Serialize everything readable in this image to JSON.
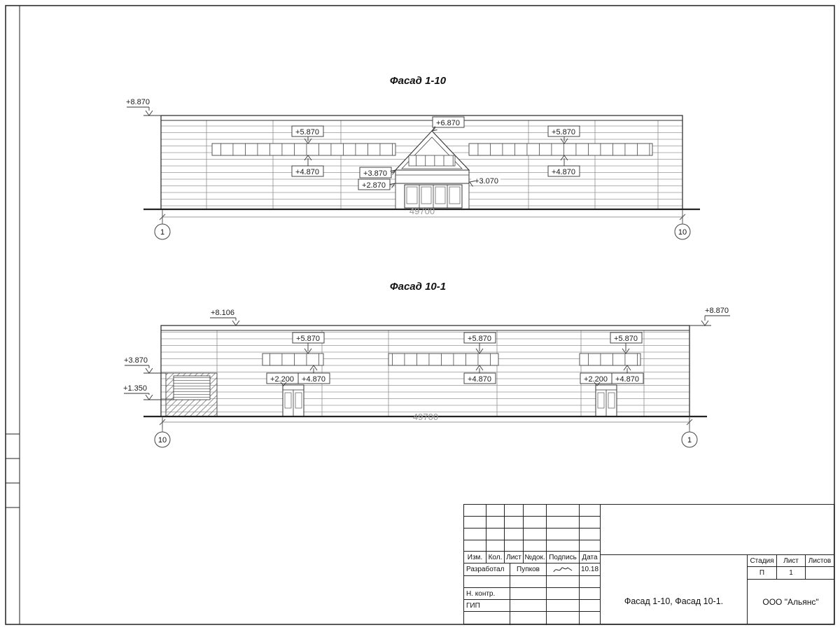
{
  "facade1": {
    "title": "Фасад 1-10",
    "marks": {
      "parapet_left": "+8.870",
      "window_left_top": "+5.870",
      "window_right_top": "+5.870",
      "ridge": "+6.870",
      "window_left_sill": "+4.870",
      "window_right_sill": "+4.870",
      "canopy_top": "+3.870",
      "canopy_bottom": "+2.870",
      "canopy_right": "+3.070"
    },
    "dimension_total": "49700",
    "axis_left": "1",
    "axis_right": "10"
  },
  "facade2": {
    "title": "Фасад 10-1",
    "marks": {
      "parapet_left": "+8.106",
      "parapet_right": "+8.870",
      "louver_top": "+3.870",
      "louver_bottom": "+1.350",
      "window1_top": "+5.870",
      "window2_top": "+5.870",
      "window3_top": "+5.870",
      "window1_sill": "+4.870",
      "window2_sill": "+4.870",
      "window3_sill": "+4.870",
      "door1_top": "+2.200",
      "door2_top": "+2.200"
    },
    "dimension_total": "49700",
    "axis_left": "10",
    "axis_right": "1"
  },
  "titleblock": {
    "header_columns": [
      "Изм.",
      "Кол.",
      "Лист",
      "№док.",
      "Подпись",
      "Дата"
    ],
    "rows": [
      {
        "role": "Разработал",
        "name": "Пупков",
        "date": "10.18"
      },
      {
        "role": "Н. контр."
      },
      {
        "role": "ГИП"
      }
    ],
    "document_title": "Фасад 1-10, Фасад 10-1.",
    "company": "ООО \"Альянс\"",
    "stage_columns": [
      "Стадия",
      "Лист",
      "Листов"
    ],
    "stage_value": "П",
    "sheet_value": "1"
  }
}
